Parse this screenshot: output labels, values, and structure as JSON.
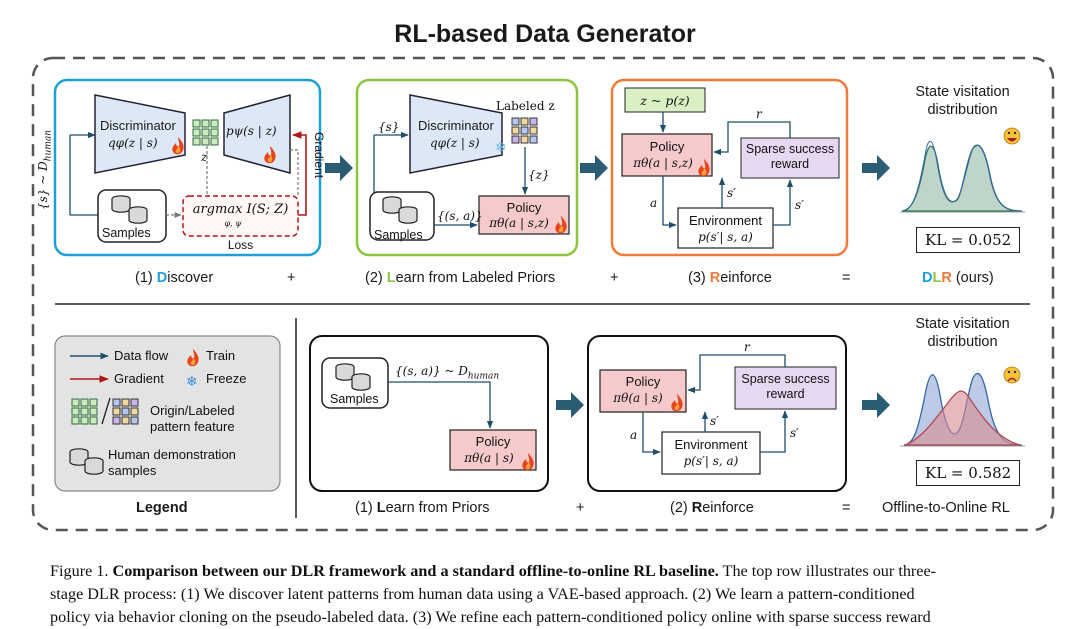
{
  "title": "RL-based Data Generator",
  "top": {
    "discover": {
      "discriminator_label": "Discriminator",
      "discriminator_eq": "qφ(z | s)",
      "decoder_eq": "pψ(s | z)",
      "z_label": "z",
      "data_label": "{s} ~ D",
      "data_sub": "human",
      "gradient_label": "Gradient",
      "samples_label": "Samples",
      "loss_eq": "argmax I(S; Z)",
      "loss_sub": "φ, ψ",
      "loss_label": "Loss",
      "stage_num": "(1) ",
      "stage_initial": "D",
      "stage_rest": "iscover"
    },
    "learn": {
      "labeled_z": "Labeled z",
      "s_set": "{s}",
      "discriminator_label": "Discriminator",
      "discriminator_eq": "qφ(z | s)",
      "z_set": "{z}",
      "sa_set": "{(s, a)}",
      "samples_label": "Samples",
      "policy_label": "Policy",
      "policy_eq": "πθ(a | s,z)",
      "stage_num": "(2) ",
      "stage_initial": "L",
      "stage_rest": "earn from Labeled Priors"
    },
    "reinforce": {
      "prior_eq": "z ~ p(z)",
      "policy_label": "Policy",
      "policy_eq": "πθ(a | s,z)",
      "reward_label": "Sparse success reward",
      "r_label": "r",
      "a_label": "a",
      "sprime_label": "s′",
      "sprime2_label": "s′",
      "env_label": "Environment",
      "env_eq": "p(s′| s, a)",
      "stage_num": "(3) ",
      "stage_initial": "R",
      "stage_rest": "einforce"
    },
    "result": {
      "heading": "State visitation distribution",
      "kl": "KL = 0.052",
      "name_rest": " (ours)",
      "name_d": "D",
      "name_l": "L",
      "name_r": "R"
    },
    "ops": [
      "+",
      "+",
      "="
    ]
  },
  "bottom": {
    "legend": {
      "title": "Legend",
      "data_flow": "Data flow",
      "gradient": "Gradient",
      "train": "Train",
      "freeze": "Freeze",
      "pattern": "Origin/Labeled pattern feature",
      "human": "Human demonstration samples"
    },
    "learn": {
      "data_eq": "{(s, a)} ~ D",
      "data_sub": "human",
      "samples_label": "Samples",
      "policy_label": "Policy",
      "policy_eq": "πθ(a | s)",
      "stage_num": "(1) ",
      "stage_initial": "L",
      "stage_rest": "earn from Priors"
    },
    "reinforce": {
      "r_label": "r",
      "policy_label": "Policy",
      "policy_eq": "πθ(a | s)",
      "reward_label": "Sparse success reward",
      "a_label": "a",
      "sprime_label": "s′",
      "sprime2_label": "s′",
      "env_label": "Environment",
      "env_eq": "p(s′| s, a)",
      "stage_num": "(2) ",
      "stage_initial": "R",
      "stage_rest": "einforce"
    },
    "result": {
      "heading": "State visitation distribution",
      "kl": "KL = 0.582",
      "name": "Offline-to-Online RL"
    },
    "ops": [
      "+",
      "="
    ]
  },
  "caption": {
    "lead": "Figure 1. ",
    "bold": "Comparison between our DLR framework and a standard offline-to-online RL baseline.",
    "rest1": " The top row illustrates our three-",
    "line2": "stage DLR process: (1) We discover latent patterns from human data using a VAE-based approach. (2) We learn a pattern-conditioned",
    "line3": "policy via behavior cloning on the pseudo-labeled data. (3) We refine each pattern-conditioned policy online with sparse success reward"
  },
  "colors": {
    "discover": "#1e9fd6",
    "learn": "#8cc63f",
    "reinforce": "#f07a3a",
    "arrow": "#2a5c73",
    "policy_fill": "#f6c9ca",
    "reward_fill": "#e7d8f2",
    "prior_fill": "#d9efc4"
  }
}
